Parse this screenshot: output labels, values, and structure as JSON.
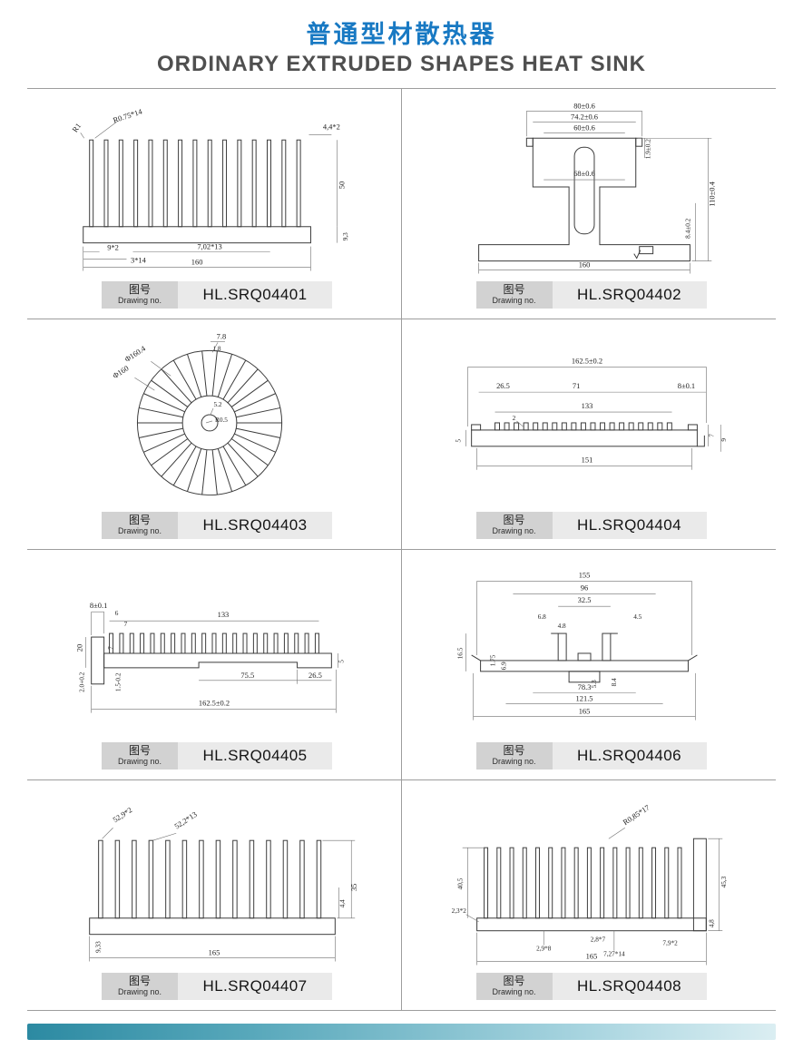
{
  "header": {
    "title_zh": "普通型材散热器",
    "title_en": "ORDINARY EXTRUDED SHAPES HEAT SINK"
  },
  "label_box": {
    "zh": "图号",
    "en": "Drawing no."
  },
  "panels": [
    {
      "drawing_no": "HL.SRQ04401",
      "dims": [
        "R0.75*14",
        "R1",
        "4,4*2",
        "50",
        "9,3",
        "9*2",
        "3*14",
        "7,02*13",
        "160"
      ]
    },
    {
      "drawing_no": "HL.SRQ04402",
      "dims": [
        "80±0.6",
        "74.2±0.6",
        "60±0.6",
        "68±0.6",
        "1.9±0.2",
        "110±0.4",
        "8.4±0.2",
        "160"
      ]
    },
    {
      "drawing_no": "HL.SRQ04403",
      "dims": [
        "7.8",
        "1.8",
        "Φ160.4",
        "Φ160",
        "5.2",
        "R0.5"
      ]
    },
    {
      "drawing_no": "HL.SRQ04404",
      "dims": [
        "162.5±0.2",
        "26.5",
        "71",
        "8±0.1",
        "5",
        "2",
        "133",
        "151",
        "7",
        "9"
      ]
    },
    {
      "drawing_no": "HL.SRQ04405",
      "dims": [
        "8±0.1",
        "6",
        "7",
        "133",
        "20",
        "7",
        "2.0+0.2",
        "1.5-0.2",
        "75.5",
        "26.5",
        "5",
        "162.5±0.2"
      ]
    },
    {
      "drawing_no": "HL.SRQ04406",
      "dims": [
        "155",
        "96",
        "32.5",
        "6.8",
        "4.8",
        "4.5",
        "16.5",
        "1.75",
        "6.9",
        "5.3",
        "8.4",
        "78.3",
        "121.5",
        "165"
      ]
    },
    {
      "drawing_no": "HL.SRQ04407",
      "dims": [
        "52,9*2",
        "52,2*13",
        "4,4",
        "35",
        "9,33",
        "165"
      ]
    },
    {
      "drawing_no": "HL.SRQ04408",
      "dims": [
        "R0,85*17",
        "40,5",
        "45,3",
        "2,3*2",
        "2,8*7",
        "7,9*2",
        "4,8",
        "2,9*8",
        "7,27*14",
        "165"
      ]
    }
  ]
}
